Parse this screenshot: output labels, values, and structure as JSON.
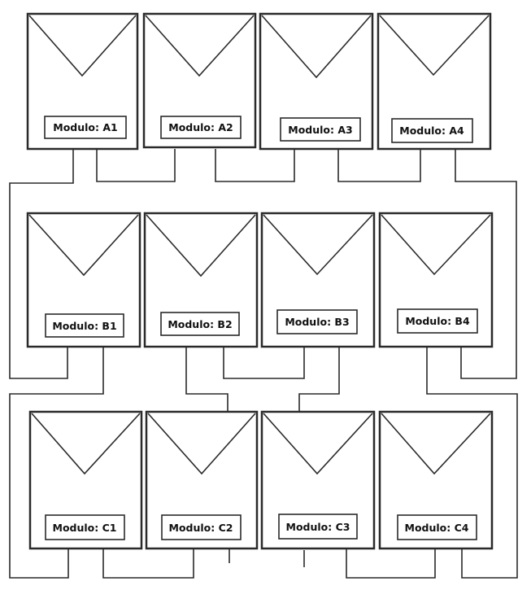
{
  "modules": [
    {
      "id": "A1",
      "label": "Modulo: A1"
    },
    {
      "id": "A2",
      "label": "Modulo: A2"
    },
    {
      "id": "A3",
      "label": "Modulo: A3"
    },
    {
      "id": "A4",
      "label": "Modulo: A4"
    },
    {
      "id": "B1",
      "label": "Modulo: B1"
    },
    {
      "id": "B2",
      "label": "Modulo: B2"
    },
    {
      "id": "B3",
      "label": "Modulo: B3"
    },
    {
      "id": "B4",
      "label": "Modulo: B4"
    },
    {
      "id": "C1",
      "label": "Modulo: C1"
    },
    {
      "id": "C2",
      "label": "Modulo: C2"
    },
    {
      "id": "C3",
      "label": "Modulo: C3"
    },
    {
      "id": "C4",
      "label": "Modulo: C4"
    }
  ],
  "colors": {
    "line": "#2a2a2a",
    "background": "#ffffff",
    "text": "#111111"
  }
}
